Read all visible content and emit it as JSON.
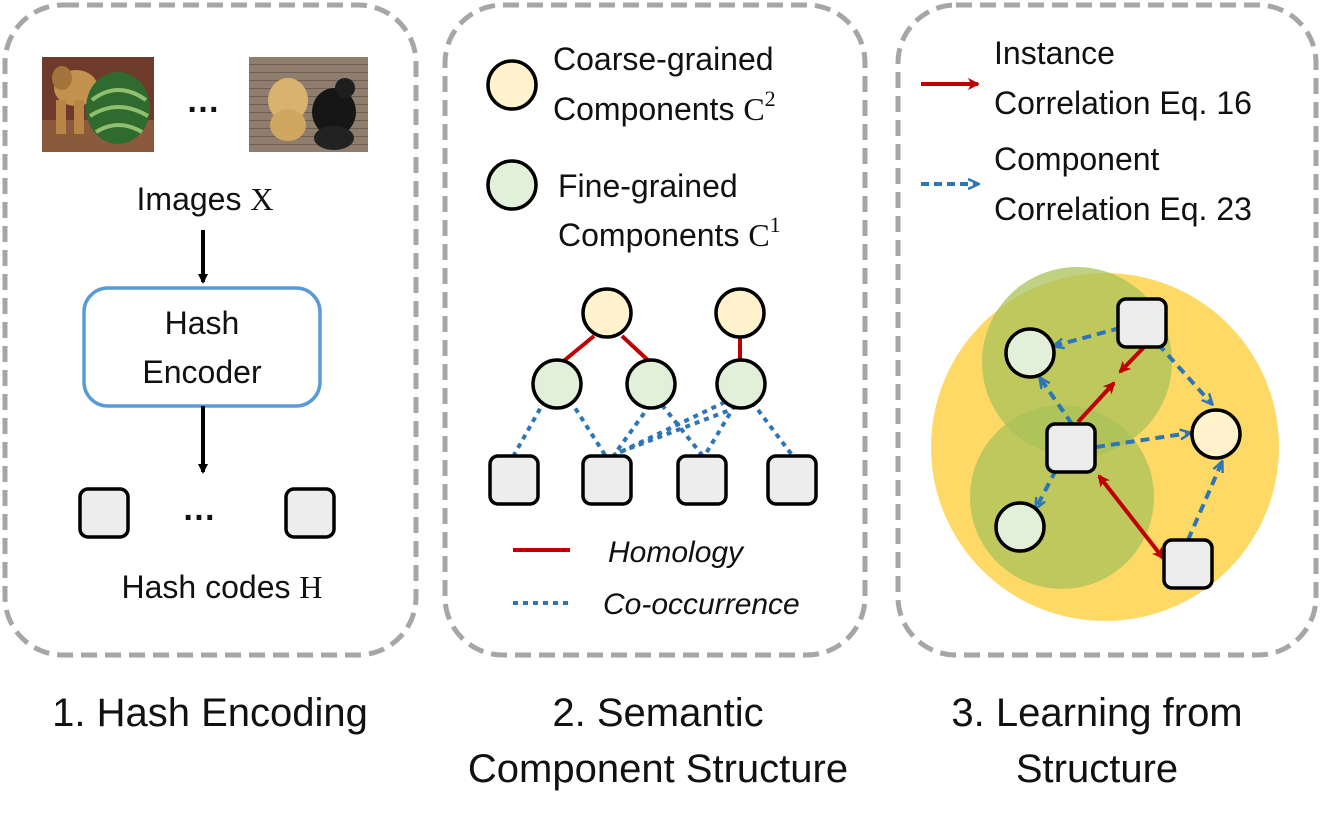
{
  "panel1": {
    "ellipsis_top": "…",
    "images_label": "Images",
    "images_symbol": "X",
    "encoder_line1": "Hash",
    "encoder_line2": "Encoder",
    "ellipsis_bottom": "…",
    "codes_label": "Hash codes",
    "codes_symbol": "H",
    "caption": "1. Hash Encoding"
  },
  "panel2": {
    "coarse_line1": "Coarse-grained",
    "coarse_line2": "Components",
    "coarse_symbol": "C",
    "coarse_sup": "2",
    "fine_line1": "Fine-grained",
    "fine_line2": "Components",
    "fine_symbol": "C",
    "fine_sup": "1",
    "legend_homology": "Homology",
    "legend_cooccurrence": "Co-occurrence",
    "caption_line1": "2. Semantic",
    "caption_line2": "Component Structure"
  },
  "panel3": {
    "instance_line1": "Instance",
    "instance_line2": "Correlation Eq. 16",
    "component_line1": "Component",
    "component_line2": "Correlation Eq. 23",
    "caption_line1": "3. Learning from",
    "caption_line2": "Structure"
  },
  "colors": {
    "panel_border": "#a6a6a6",
    "encoder_border": "#5b9bd5",
    "coarse_fill": "#fff2cc",
    "fine_fill": "#e2f0d9",
    "node_fill": "#ededed",
    "homology": "#c00000",
    "cooccurrence": "#2e75b6",
    "big_circle": "#ffd966",
    "cluster": "#a9c25a"
  }
}
